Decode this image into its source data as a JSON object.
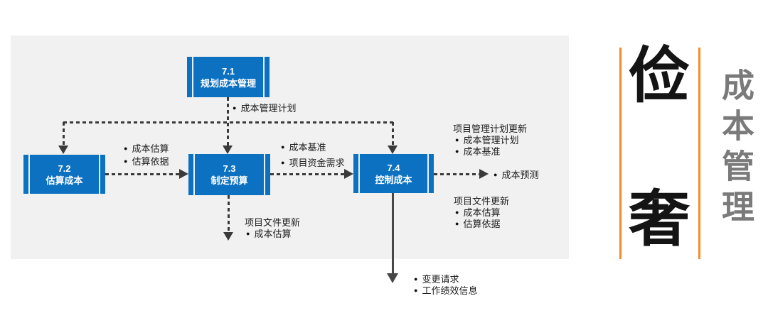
{
  "glyphs": {
    "bullet": "●"
  },
  "colors": {
    "box_blue": "#0d71c2",
    "panel_gray": "#f1f1f1",
    "connector_dark": "#3a3a3a",
    "accent_orange": "#fb8a28",
    "vertical_title_gray": "#7a7a7a"
  },
  "diagram": {
    "boxes": [
      {
        "code": "7.1",
        "name": "规划成本管理"
      },
      {
        "code": "7.2",
        "name": "估算成本"
      },
      {
        "code": "7.3",
        "name": "制定预算"
      },
      {
        "code": "7.4",
        "name": "控制成本"
      }
    ],
    "labels": {
      "plan_output": "成本管理计划",
      "estimate_out_1": "成本估算",
      "estimate_out_2": "估算依据",
      "budget_out_1": "成本基准",
      "budget_out_2": "项目资金需求",
      "pm_plan_updates_header": "项目管理计划更新",
      "pm_plan_updates_1": "成本管理计划",
      "pm_plan_updates_2": "成本基准",
      "forecast": "成本预测",
      "doc_updates_right_header": "项目文件更新",
      "doc_updates_right_1": "成本估算",
      "doc_updates_right_2": "估算依据",
      "doc_updates_mid_header": "项目文件更新",
      "doc_updates_mid_1": "成本估算",
      "control_out_1": "变更请求",
      "control_out_2": "工作绩效信息"
    }
  },
  "sidebar": {
    "char_top": "俭",
    "char_bottom": "奢",
    "vertical_title": "成本管理"
  }
}
